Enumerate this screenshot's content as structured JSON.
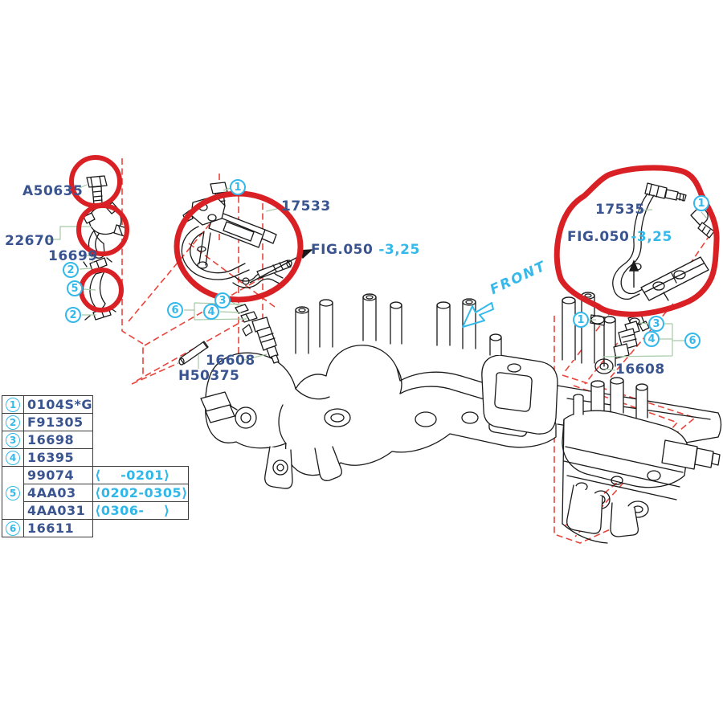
{
  "diagram_type": "engine-intake-manifold-fuel-piping-parts-diagram",
  "colors": {
    "part_label": "#3A5490",
    "accent_cyan": "#35B9EA",
    "highlight_red": "#D92125",
    "dashed_red": "#E8453C",
    "leader_green": "#A6C9A6",
    "line_black": "#1A1A1A"
  },
  "labels": {
    "a50635": "A50635",
    "p22670": "22670",
    "p16699": "16699",
    "p17533": "17533",
    "p17535": "17535",
    "p16608": "16608",
    "h50375": "H50375"
  },
  "fig_reference": {
    "fig": "FIG.050",
    "section": "-3,25"
  },
  "front_label": "FRONT",
  "callout_digits": {
    "c1": "1",
    "c2": "2",
    "c3": "3",
    "c4": "4",
    "c5": "5",
    "c6": "6"
  },
  "legend": {
    "rows": [
      {
        "num": "1",
        "part": "0104S*G",
        "range": ""
      },
      {
        "num": "2",
        "part": "F91305",
        "range": ""
      },
      {
        "num": "3",
        "part": "16698",
        "range": ""
      },
      {
        "num": "4",
        "part": "16395",
        "range": ""
      },
      {
        "num": "5",
        "part": "99074",
        "range": "⟨    -0201⟩"
      },
      {
        "num": "5",
        "part": "4AA03",
        "range": "⟨0202-0305⟩"
      },
      {
        "num": "5",
        "part": "4AA031",
        "range": "⟨0306-    ⟩"
      },
      {
        "num": "6",
        "part": "16611",
        "range": ""
      }
    ]
  }
}
